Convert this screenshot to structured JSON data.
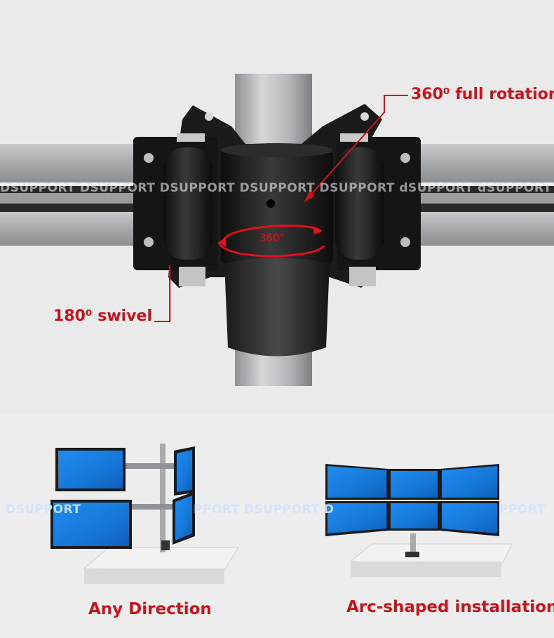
{
  "watermark": {
    "top_row": "DSUPPORT DSUPPORT DSUPPORT DSUPPORT DSUPPORT dSUPPORT dSUPPORT",
    "bottom_left": "DSUPPORT",
    "bottom_left_tail": "PPORT",
    "bottom_mid": "DSUPPORT D",
    "bottom_right_tail": "PPORT"
  },
  "callouts": {
    "rotation": "360⁰ full rotation",
    "swivel": "180⁰ swivel",
    "degree_label": "360°"
  },
  "captions": {
    "left": "Any Direction",
    "right": "Arc-shaped installation"
  },
  "colors": {
    "accent_red": "#c8141c",
    "screen_blue": "#1a7fe0",
    "mount_black": "#1b1b1b",
    "pole_gray": "#b9bcbf"
  }
}
